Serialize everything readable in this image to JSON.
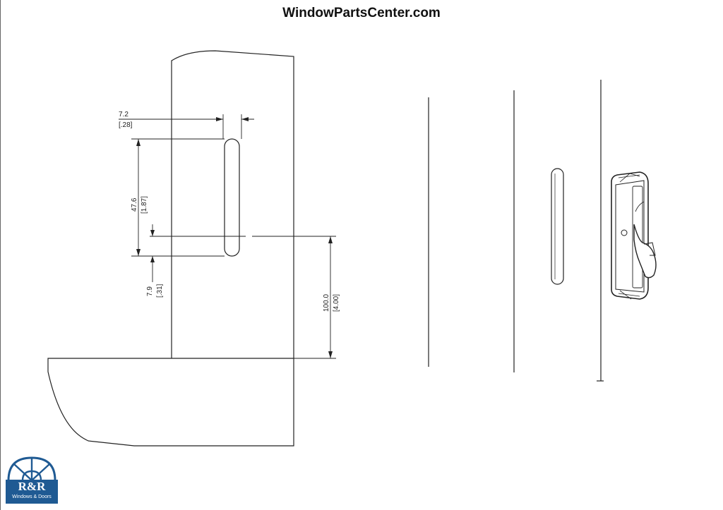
{
  "header": {
    "title": "WindowPartsCenter.com"
  },
  "logo": {
    "name": "R&R",
    "tagline": "Windows & Doors",
    "color": "#1f5a93"
  },
  "dimensions": {
    "slot_width_mm": "7.2",
    "slot_width_in": "[.28]",
    "slot_length_mm": "47.6",
    "slot_length_in": "[1.87]",
    "slot_offset_mm": "7.9",
    "slot_offset_in": "[.31]",
    "height_mm": "100.0",
    "height_in": "[4.00]"
  },
  "colors": {
    "line": "#222222",
    "logo": "#1f5a93"
  }
}
